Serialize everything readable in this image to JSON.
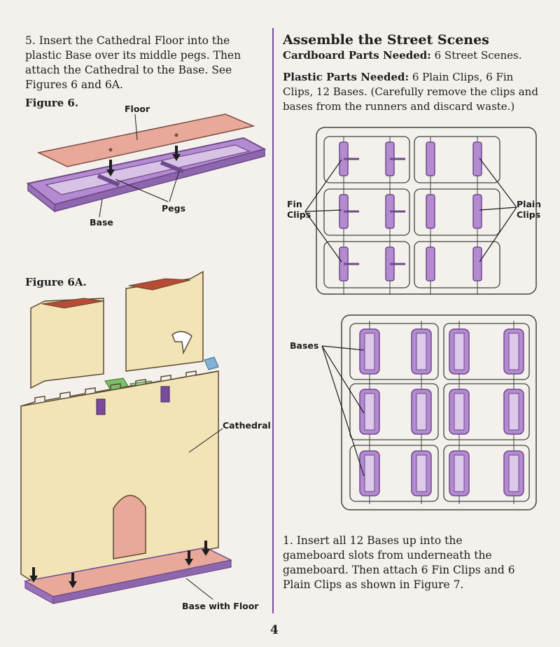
{
  "step5": {
    "text": "5. Insert the Cathedral Floor into the plastic Base over its middle pegs. Then attach the Cathedral to the Base. See Figures 6 and 6A."
  },
  "figure6": {
    "title": "Figure 6.",
    "floor_label": "Floor",
    "pegs_label": "Pegs",
    "base_label": "Base"
  },
  "figure6a": {
    "title": "Figure 6A.",
    "cathedral_label": "Cathedral",
    "base_floor_label": "Base with Floor"
  },
  "street": {
    "heading": "Assemble the Street Scenes",
    "cardboard_label": "Cardboard Parts Needed:",
    "cardboard_value": "6 Street Scenes.",
    "plastic_label": "Plastic Parts Needed:",
    "plastic_value": "6 Plain Clips, 6 Fin Clips, 12 Bases. (Carefully remove the clips and bases from the runners and discard waste.)"
  },
  "figure7": {
    "fin_clips_label": [
      "Fin",
      "Clips"
    ],
    "plain_clips_label": [
      "Plain",
      "Clips"
    ],
    "bases_label": "Bases"
  },
  "step1": {
    "text": "1. Insert all 12 Bases up into the gameboard slots from underneath the gameboard. Then attach 6 Fin Clips and 6 Plain Clips as shown in Figure 7."
  },
  "page_number": "4",
  "colors": {
    "purple": "#b48ad0",
    "purple_dark": "#6d4b8c",
    "floor_pink": "#e8a99b",
    "cathedral": "#f3e4b8",
    "roof_red": "#b94a35",
    "divider": "#7a4a9c"
  }
}
